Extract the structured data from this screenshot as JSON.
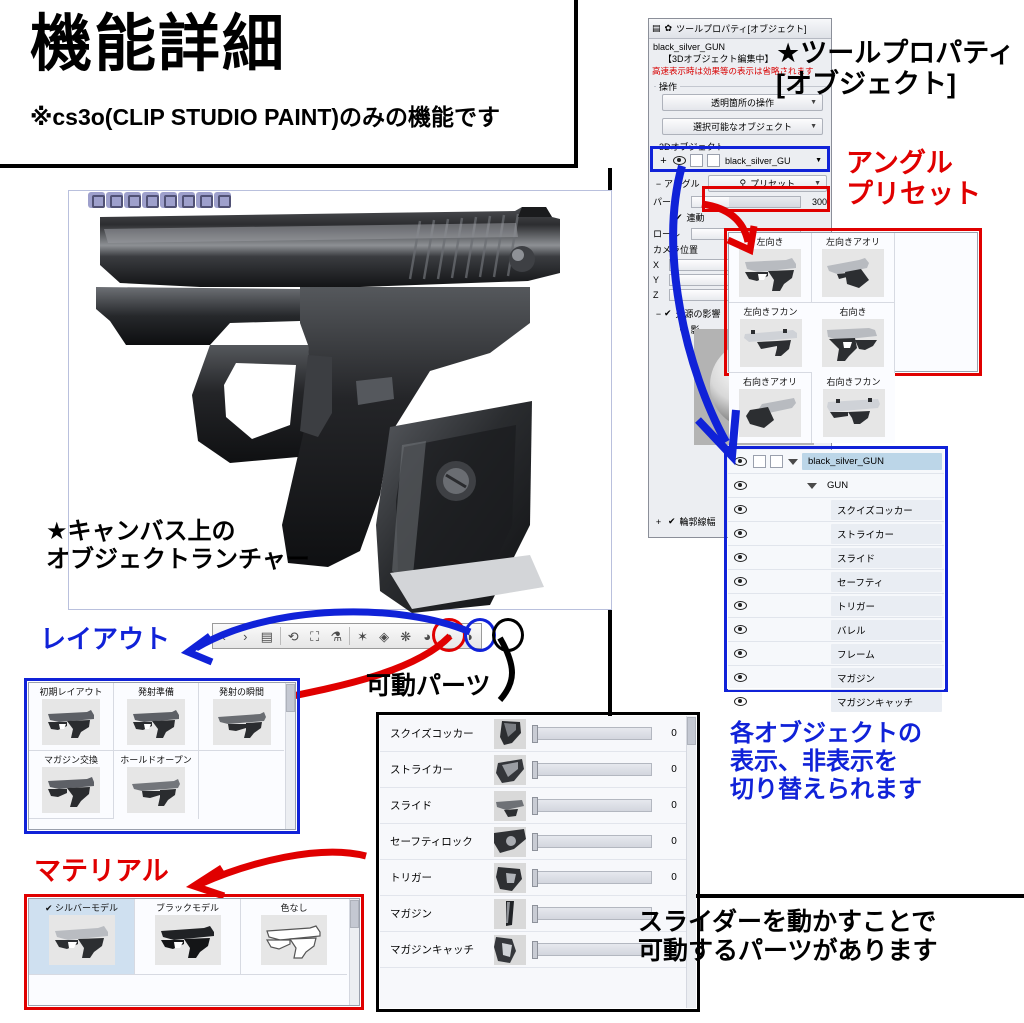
{
  "header": {
    "title": "機能詳細",
    "subtitle": "※cs3o(CLIP STUDIO PAINT)のみの機能です"
  },
  "annotations": {
    "tool_property": "★ツールプロパティ\n[オブジェクト]",
    "angle_preset": "アングル\nプリセット",
    "object_launcher": "★キャンバス上の\nオブジェクトランチャー",
    "layout": "レイアウト",
    "material": "マテリアル",
    "movable_parts": "可動パーツ",
    "visibility_note": "各オブジェクトの\n表示、非表示を\n切り替えられます",
    "slider_note": "スライダーを動かすことで\n可動するパーツがあります"
  },
  "tool_property": {
    "panel_title": "ツールプロパティ[オブジェクト]",
    "object_name": "black_silver_GUN",
    "edit_mode": "【3Dオブジェクト編集中】",
    "warning": "高速表示時は効果等の表示は省略されます",
    "group_operation": "操作",
    "combo_transparent": "透明箇所の操作",
    "combo_selectable": "選択可能なオブジェクト",
    "group_3dobject": "3Dオブジェクト",
    "object_row_label": "black_silver_GU",
    "group_angle": "アングル",
    "preset_button": "プリセット",
    "row_perspective": "パース",
    "perspective_value": "300",
    "check_link": "連動",
    "row_roll": "ロール",
    "group_camera": "カメラ位置",
    "row_x": "X",
    "row_y": "Y",
    "row_z": "Z",
    "group_light": "光源の影響",
    "row_shadow": "影",
    "row_outline": "輪郭線幅",
    "add_button": "+",
    "collapse_button": "−"
  },
  "angle_presets": {
    "items": [
      {
        "label": "左向き"
      },
      {
        "label": "左向きアオリ"
      },
      {
        "label": "左向きフカン"
      },
      {
        "label": "右向き"
      },
      {
        "label": "右向きアオリ"
      },
      {
        "label": "右向きフカン"
      }
    ]
  },
  "object_tree": {
    "root": "black_silver_GUN",
    "group": "GUN",
    "items": [
      "スクイズコッカー",
      "ストライカー",
      "スライド",
      "セーフティ",
      "トリガー",
      "バレル",
      "フレーム",
      "マガジン",
      "マガジンキャッチ"
    ]
  },
  "movable_parts": {
    "rows": [
      {
        "name": "スクイズコッカー",
        "value": "0"
      },
      {
        "name": "ストライカー",
        "value": "0"
      },
      {
        "name": "スライド",
        "value": "0"
      },
      {
        "name": "セーフティロック",
        "value": "0"
      },
      {
        "name": "トリガー",
        "value": "0"
      },
      {
        "name": "マガジン",
        "value": ""
      },
      {
        "name": "マガジンキャッチ",
        "value": ""
      }
    ]
  },
  "layout_presets": {
    "items": [
      "初期レイアウト",
      "発射準備",
      "発射の瞬間",
      "マガジン交換",
      "ホールドオープン"
    ]
  },
  "material_presets": {
    "items": [
      {
        "label": "シルバーモデル",
        "selected": true,
        "check": "✔"
      },
      {
        "label": "ブラックモデル",
        "selected": false,
        "check": ""
      },
      {
        "label": "色なし",
        "selected": false,
        "check": ""
      }
    ]
  },
  "launcher_bar": {
    "buttons": [
      "‹",
      "›",
      "▤",
      "⟲",
      "⛶",
      "⚗",
      "✶",
      "◈",
      "❋",
      "◕",
      "◑",
      "◗"
    ]
  },
  "colors": {
    "red": "#e00000",
    "blue": "#1022d8",
    "black": "#000000"
  }
}
